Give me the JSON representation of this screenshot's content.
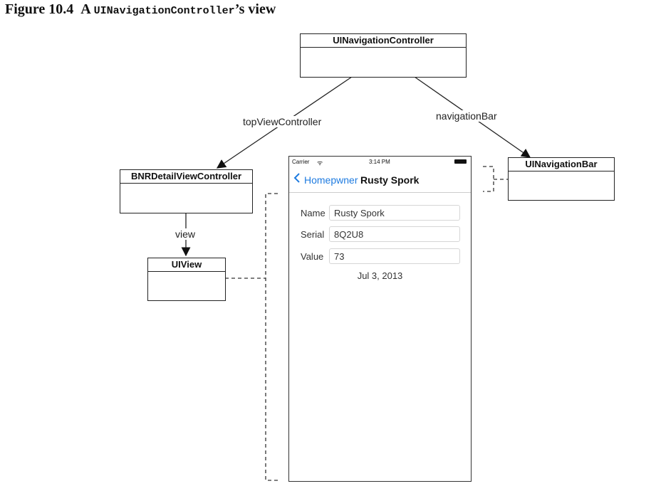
{
  "figure": {
    "number": "Figure 10.4",
    "title_pre": "A ",
    "title_code": "UINavigationController",
    "title_post": "’s view"
  },
  "boxes": {
    "nav_controller": "UINavigationController",
    "detail_vc": "BNRDetailViewController",
    "uiview": "UIView",
    "nav_bar": "UINavigationBar"
  },
  "edges": {
    "top_vc": "topViewController",
    "nav_bar": "navigationBar",
    "view": "view"
  },
  "phone": {
    "status": {
      "carrier": "Carrier",
      "time": "3:14 PM",
      "wifi_icon": "wifi-icon",
      "battery_icon": "battery-icon"
    },
    "navbar": {
      "back_label": "Homepwner",
      "title": "Rusty Spork",
      "back_icon": "chevron-left-icon",
      "accent": "#1e7be0"
    },
    "rows": [
      {
        "label": "Name",
        "value": "Rusty Spork"
      },
      {
        "label": "Serial",
        "value": "8Q2U8"
      },
      {
        "label": "Value",
        "value": "73"
      }
    ],
    "date": "Jul 3, 2013"
  }
}
